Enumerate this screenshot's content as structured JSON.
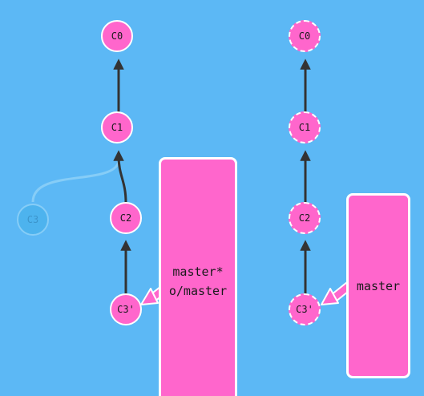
{
  "colors": {
    "background": "#5cb8f5",
    "node_fill": "#ff66cc",
    "node_border": "#ffffff",
    "edge": "#333333",
    "ghost_fill": "#4db3ee",
    "ghost_edge": "#86cdf7",
    "branch_fill": "#ff66cc"
  },
  "local_repo": {
    "commits": [
      {
        "id": "C0"
      },
      {
        "id": "C1"
      },
      {
        "id": "C2"
      },
      {
        "id": "C3'"
      }
    ],
    "ghost_commit": {
      "id": "C3"
    },
    "branch_labels": [
      "master*",
      "o/master"
    ]
  },
  "remote_repo": {
    "commits": [
      {
        "id": "C0"
      },
      {
        "id": "C1"
      },
      {
        "id": "C2"
      },
      {
        "id": "C3'"
      }
    ],
    "branch_labels": [
      "master"
    ]
  }
}
